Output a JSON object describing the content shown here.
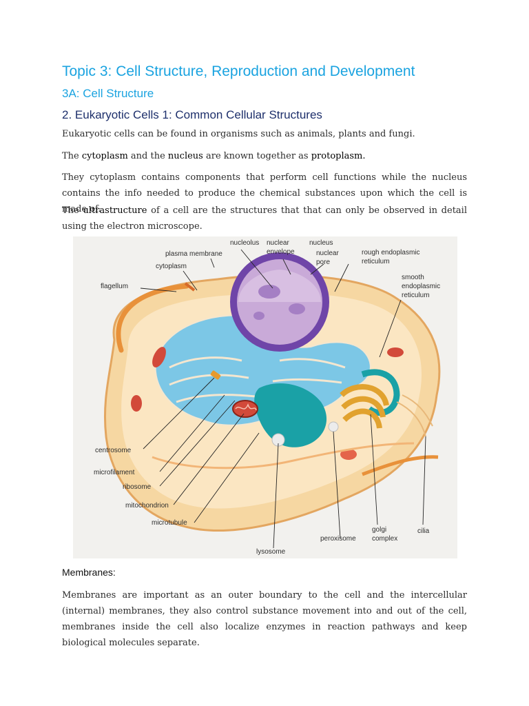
{
  "heading1": "Topic 3: Cell Structure, Reproduction and Development",
  "heading2": "3A: Cell Structure",
  "heading3": "2.  Eukaryotic Cells 1: Common Cellular Structures",
  "para1": "Eukaryotic cells can be found in organisms such as animals, plants and fungi.",
  "para2": {
    "t1": "The ",
    "cytoplasm": "cytoplasm",
    "t2": " and the ",
    "nucleus": "nucleus",
    "t3": " are known together as ",
    "protoplasm": "protoplasm."
  },
  "para3": "They cytoplasm contains components that perform cell functions while the nucleus contains the info needed to produce the chemical substances upon which the cell is made of.",
  "para4": {
    "t1": "The ",
    "ultrastructure": "ultrastructure",
    "t2": " of a cell are the structures that that can only be observed in detail using the electron microscope."
  },
  "figure": {
    "labels": {
      "nucleolus": "nucleolus",
      "nuclear": "nuclear",
      "envelope": "envelope",
      "nucleus": "nucleus",
      "nuclear2": "nuclear",
      "pore": "pore",
      "plasma_membrane": "plasma membrane",
      "rough_er_1": "rough endoplasmic",
      "rough_er_2": "reticulum",
      "cytoplasm": "cytoplasm",
      "smooth_er_1": "smooth",
      "smooth_er_2": "endoplasmic",
      "smooth_er_3": "reticulum",
      "flagellum": "flagellum",
      "centrosome": "centrosome",
      "microfilament": "microfilament",
      "ribosome": "ribosome",
      "mitochondrion": "mitochondrion",
      "microtubule": "microtubule",
      "golgi_1": "golgi",
      "golgi_2": "complex",
      "cilia": "cilia",
      "peroxisome": "peroxisome",
      "lysosome": "lysosome"
    }
  },
  "membranes_heading": "Membranes:",
  "para5": "Membranes are important as an outer boundary to the cell and the intercellular (internal) membranes, they also control substance movement into and out of the cell, membranes inside the cell also localize enzymes in reaction pathways and keep biological molecules separate."
}
